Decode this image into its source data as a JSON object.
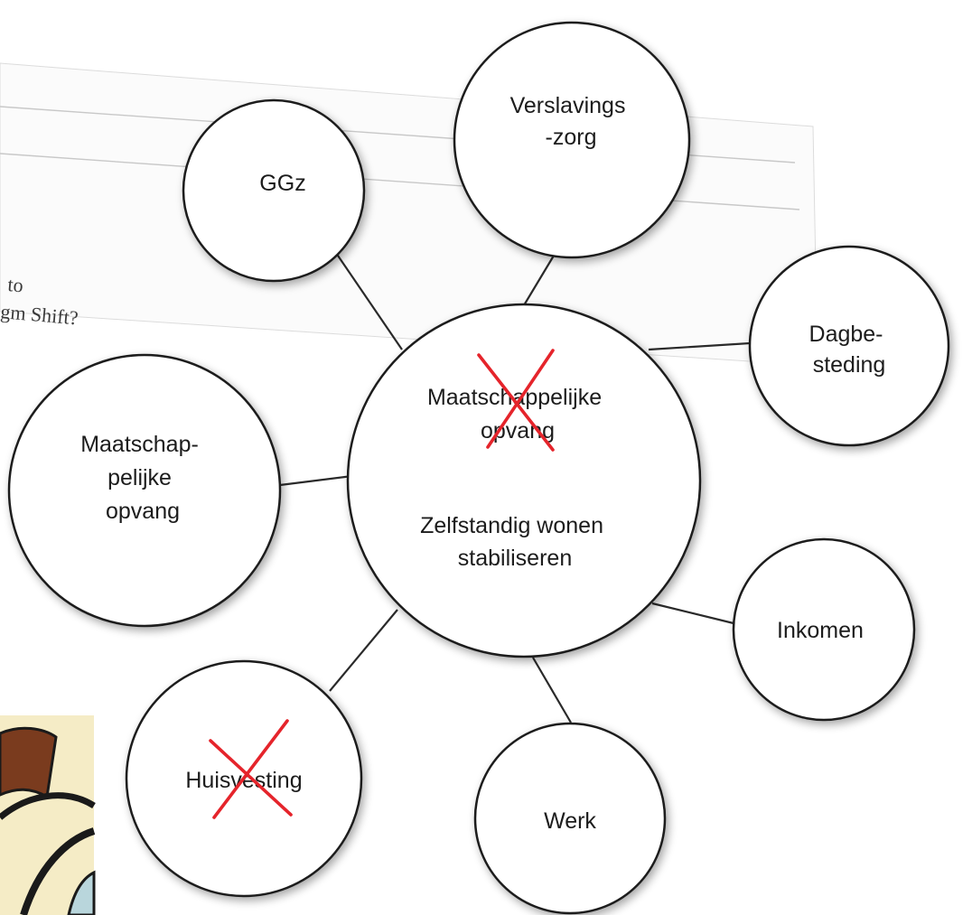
{
  "paper": {
    "line1": "to",
    "line2": "gm Shift?"
  },
  "center": {
    "crossed_line1": "Maatschappelijke",
    "crossed_line2": "opvang",
    "line3": "Zelfstandig wonen",
    "line4": "stabiliseren"
  },
  "nodes": {
    "ggz": [
      "GGz"
    ],
    "verslavingszorg": [
      "Verslavings",
      "-zorg"
    ],
    "dagbesteding": [
      "Dagbe-",
      "steding"
    ],
    "maatschappelijke_opvang": [
      "Maatschap-",
      "pelijke",
      "opvang"
    ],
    "inkomen": [
      "Inkomen"
    ],
    "huisvesting": [
      "Huisvesting"
    ],
    "werk": [
      "Werk"
    ]
  },
  "colors": {
    "cross": "#e5242b",
    "outline": "#1f1f1f",
    "comic_background": "#f5ecc6"
  }
}
